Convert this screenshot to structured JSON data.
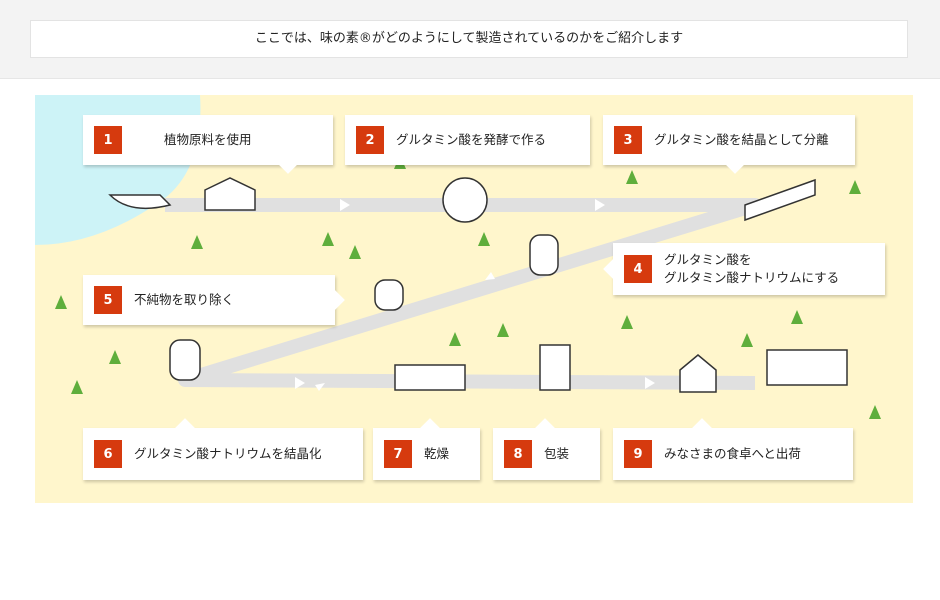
{
  "header": {
    "intro": "ここでは、味の素®がどのようにして製造されているのかをご紹介します"
  },
  "steps": [
    {
      "n": "1",
      "label": "植物原料を使用"
    },
    {
      "n": "2",
      "label": "グルタミン酸を発酵で作る"
    },
    {
      "n": "3",
      "label": "グルタミン酸を結晶として分離"
    },
    {
      "n": "4",
      "label": "グルタミン酸を",
      "label2": "グルタミン酸ナトリウムにする"
    },
    {
      "n": "5",
      "label": "不純物を取り除く"
    },
    {
      "n": "6",
      "label": "グルタミン酸ナトリウムを結晶化"
    },
    {
      "n": "7",
      "label": "乾燥"
    },
    {
      "n": "8",
      "label": "包装"
    },
    {
      "n": "9",
      "label": "みなさまの食卓へと出荷"
    }
  ],
  "colors": {
    "accent": "#d63a0e",
    "land": "#fff6cc",
    "sea": "#cdf3f7",
    "road": "#e0e0e0",
    "tree": "#5fae3c"
  }
}
